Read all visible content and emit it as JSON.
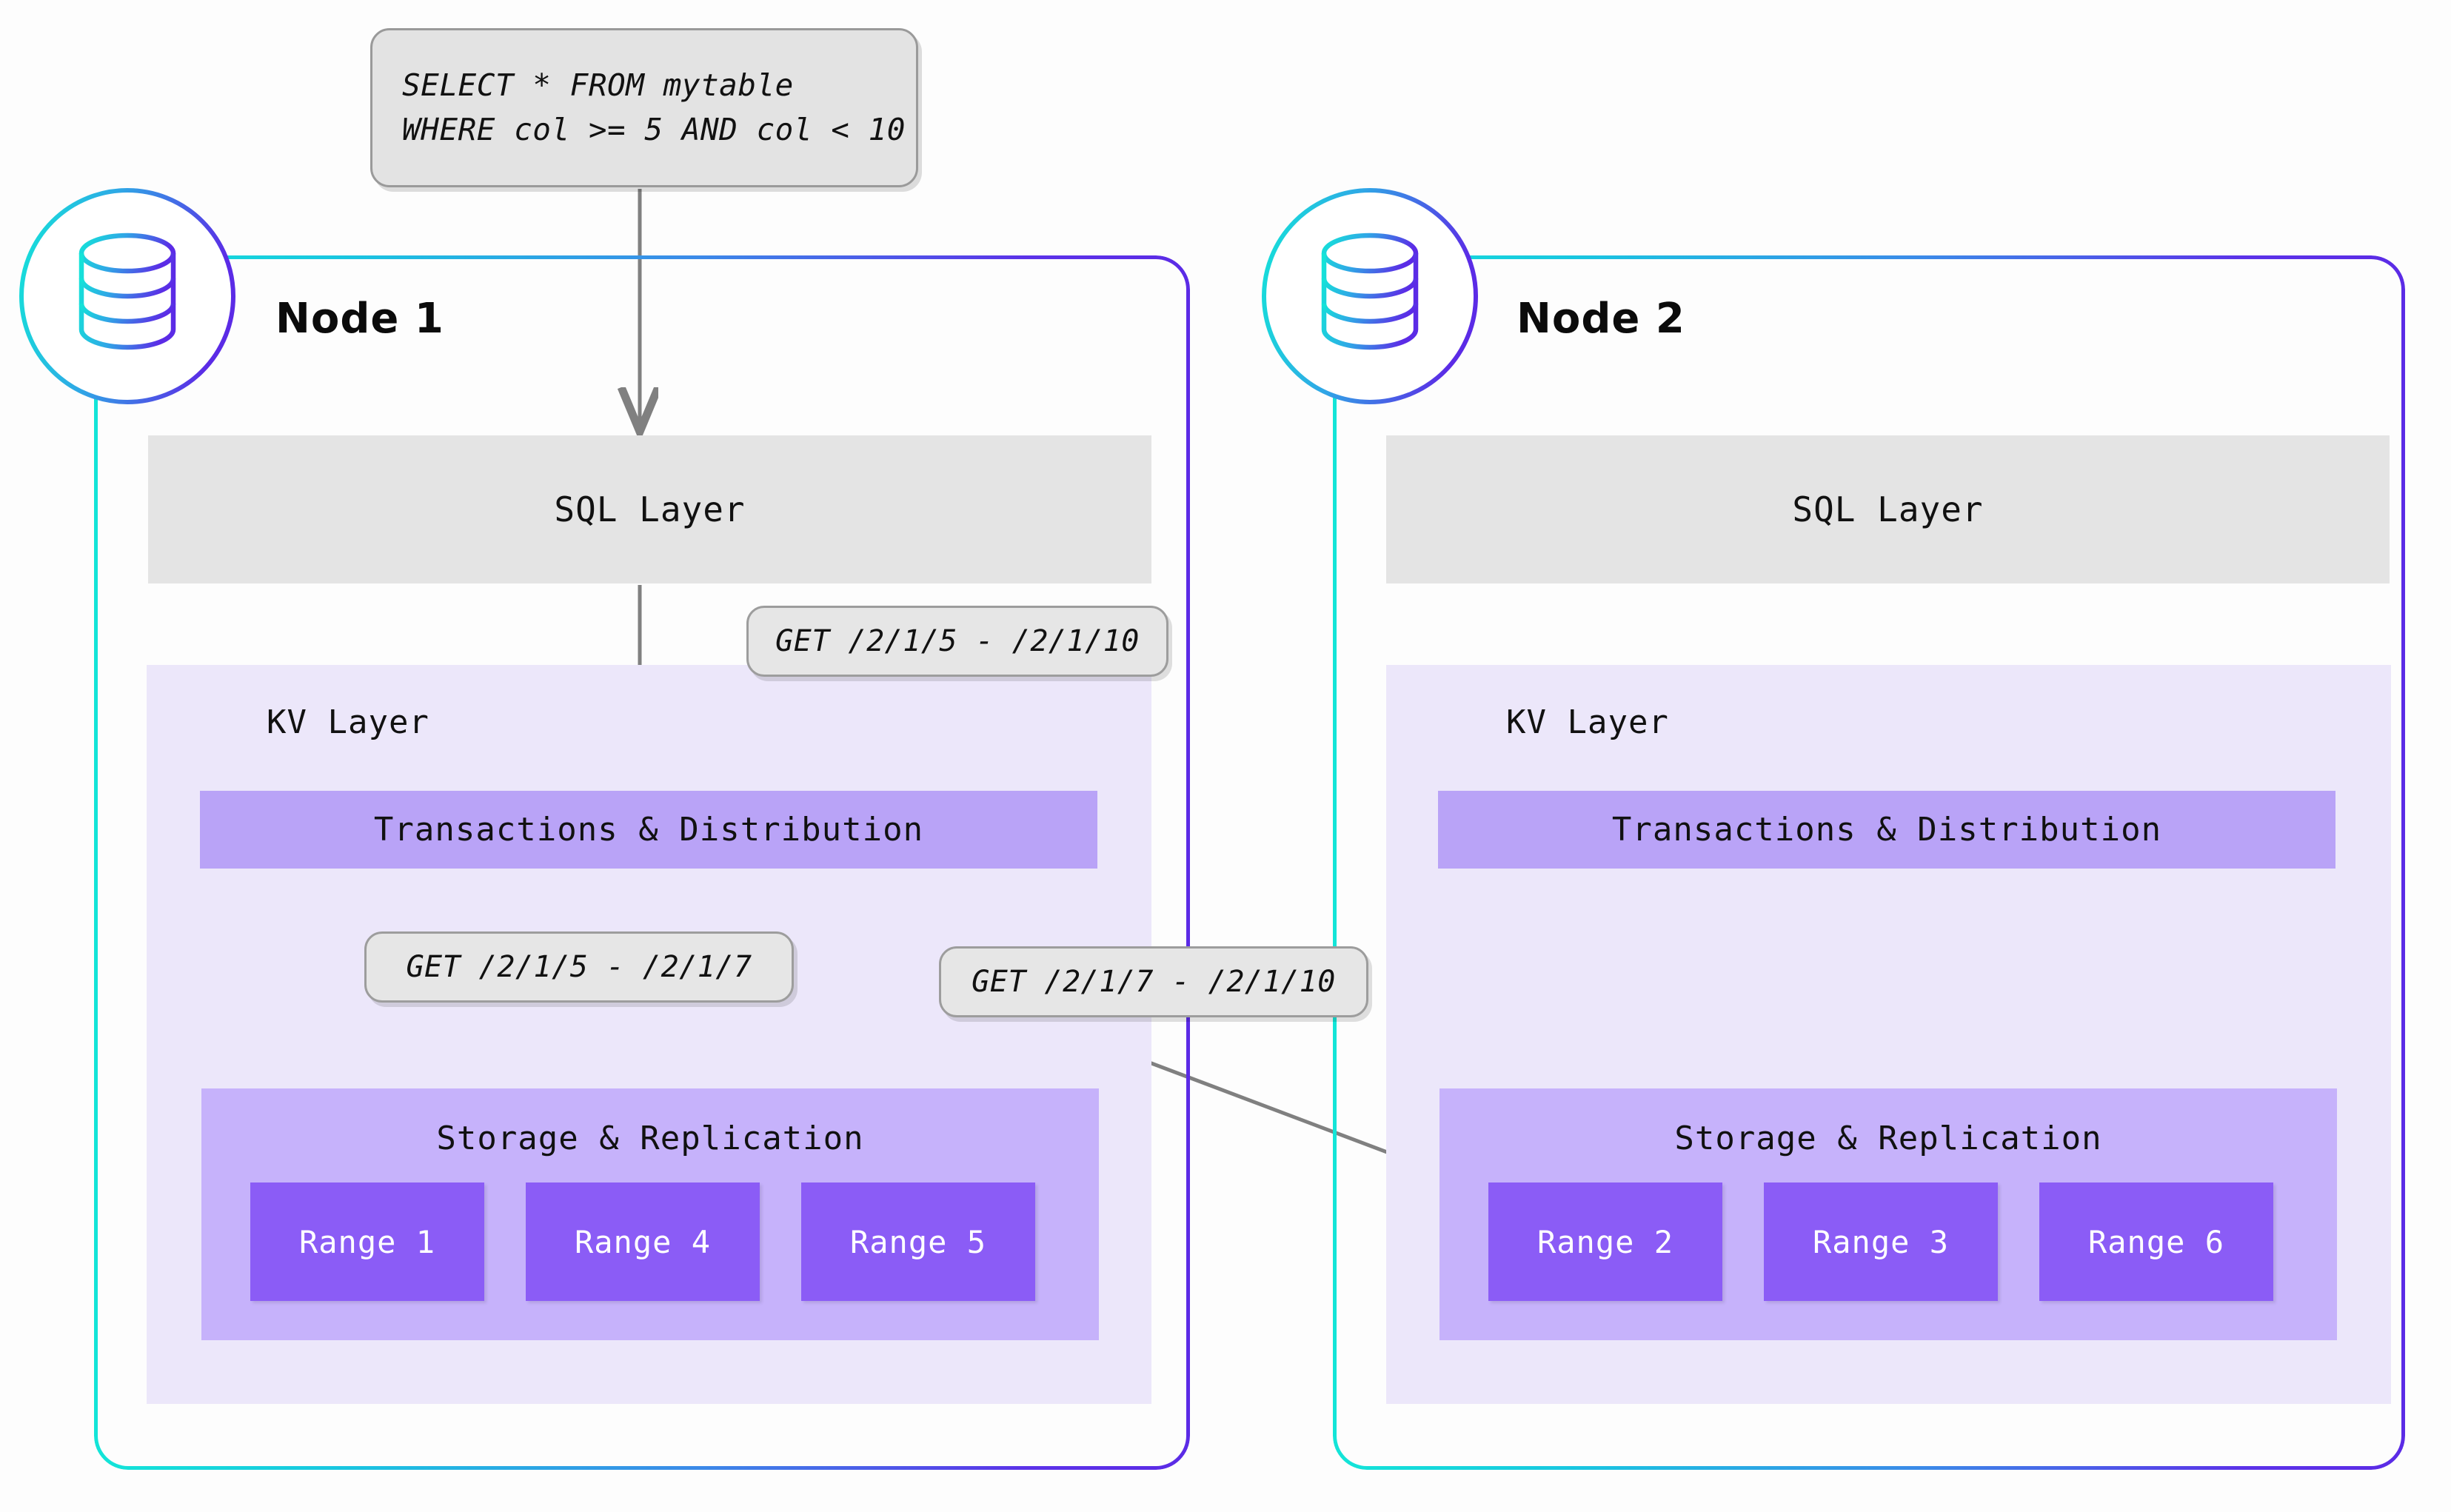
{
  "query": {
    "line1": "SELECT * FROM mytable",
    "line2": "WHERE col >= 5 AND col < 10"
  },
  "nodes": [
    {
      "label": "Node 1",
      "sql_layer": "SQL Layer",
      "kv_layer": "KV Layer",
      "transactions": "Transactions & Distribution",
      "storage": "Storage & Replication",
      "ranges": [
        "Range 1",
        "Range 4",
        "Range 5"
      ]
    },
    {
      "label": "Node 2",
      "sql_layer": "SQL Layer",
      "kv_layer": "KV Layer",
      "transactions": "Transactions & Distribution",
      "storage": "Storage & Replication",
      "ranges": [
        "Range 2",
        "Range 3",
        "Range 6"
      ]
    }
  ],
  "requests": {
    "full_range": "GET /2/1/5 - /2/1/10",
    "local_range": "GET /2/1/5 - /2/1/7",
    "remote_range": "GET /2/1/7 - /2/1/10"
  },
  "colors": {
    "gradient_start": "#13e5d8",
    "gradient_end": "#5b2be6",
    "sql_layer_bg": "#e4e4e4",
    "kv_panel_bg": "#ece7fa",
    "transactions_bg": "#b9a3f7",
    "storage_bg": "#c6b2fb",
    "range_bg": "#8b5cf6",
    "callout_bg": "#e3e3e3",
    "arrow": "#808080"
  },
  "icons": {
    "database": "database-icon"
  }
}
